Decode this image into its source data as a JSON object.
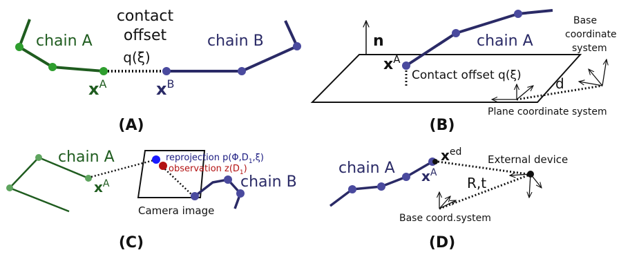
{
  "colors": {
    "chain_a_dark": "#1f5c1f",
    "chain_a_node": "#2e9e2e",
    "chain_a_light": "#5fa55f",
    "chain_b": "#2a2a66",
    "chain_b_node": "#4a4a9e",
    "reprojection": "#1a1aff",
    "observation": "#b31212",
    "black": "#111111"
  },
  "panel_a": {
    "label": "(A)",
    "chain_a": "chain A",
    "chain_b": "chain B",
    "contact_line1": "contact",
    "contact_line2": "offset",
    "offset_func": "q(ξ)",
    "xa_base": "x",
    "xa_sup": "A",
    "xb_base": "x",
    "xb_sup": "B"
  },
  "panel_b": {
    "label": "(B)",
    "chain_a": "chain A",
    "normal": "n",
    "xa_base": "x",
    "xa_sup": "A",
    "contact_offset": "Contact offset q(ξ)",
    "distance": "d",
    "base_line1": "Base",
    "base_line2": "coordinate",
    "base_line3": "system",
    "plane_coord": "Plane coordinate system"
  },
  "panel_c": {
    "label": "(C)",
    "chain_a": "chain A",
    "chain_b": "chain B",
    "xa_base": "x",
    "xa_sup": "A",
    "reprojection": "reprojection p(Φ,D",
    "reprojection_sub": "1",
    "reprojection_end": ",ξ)",
    "observation": "observation z(D",
    "observation_sub": "1",
    "observation_end": ")",
    "camera_image": "Camera image"
  },
  "panel_d": {
    "label": "(D)",
    "chain_a": "chain A",
    "xed_base": "x",
    "xed_sup": "ed",
    "xa_base": "x",
    "xa_sup": "A",
    "external_device": "External device",
    "transform": "R,t",
    "base_coord": "Base coord.system"
  }
}
